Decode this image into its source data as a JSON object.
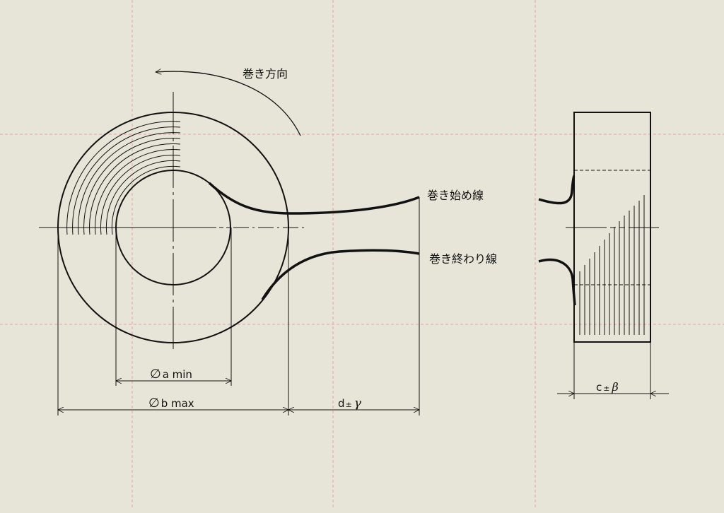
{
  "labels": {
    "winding_direction": "巻き方向",
    "winding_start": "巻き始め線",
    "winding_end": "巻き終わり線"
  },
  "dimensions": {
    "inner_dia_symbol": "∅",
    "inner_dia_text": "a min",
    "outer_dia_symbol": "∅",
    "outer_dia_text": "b max",
    "lead_length_text": "d",
    "lead_length_pm": "±",
    "lead_length_tol": "γ",
    "width_text": "c",
    "width_pm": "±",
    "width_tol": "β"
  },
  "colors": {
    "background": "#e6e5d8",
    "grid_line": "#e8a0a8",
    "outline": "#111111"
  }
}
